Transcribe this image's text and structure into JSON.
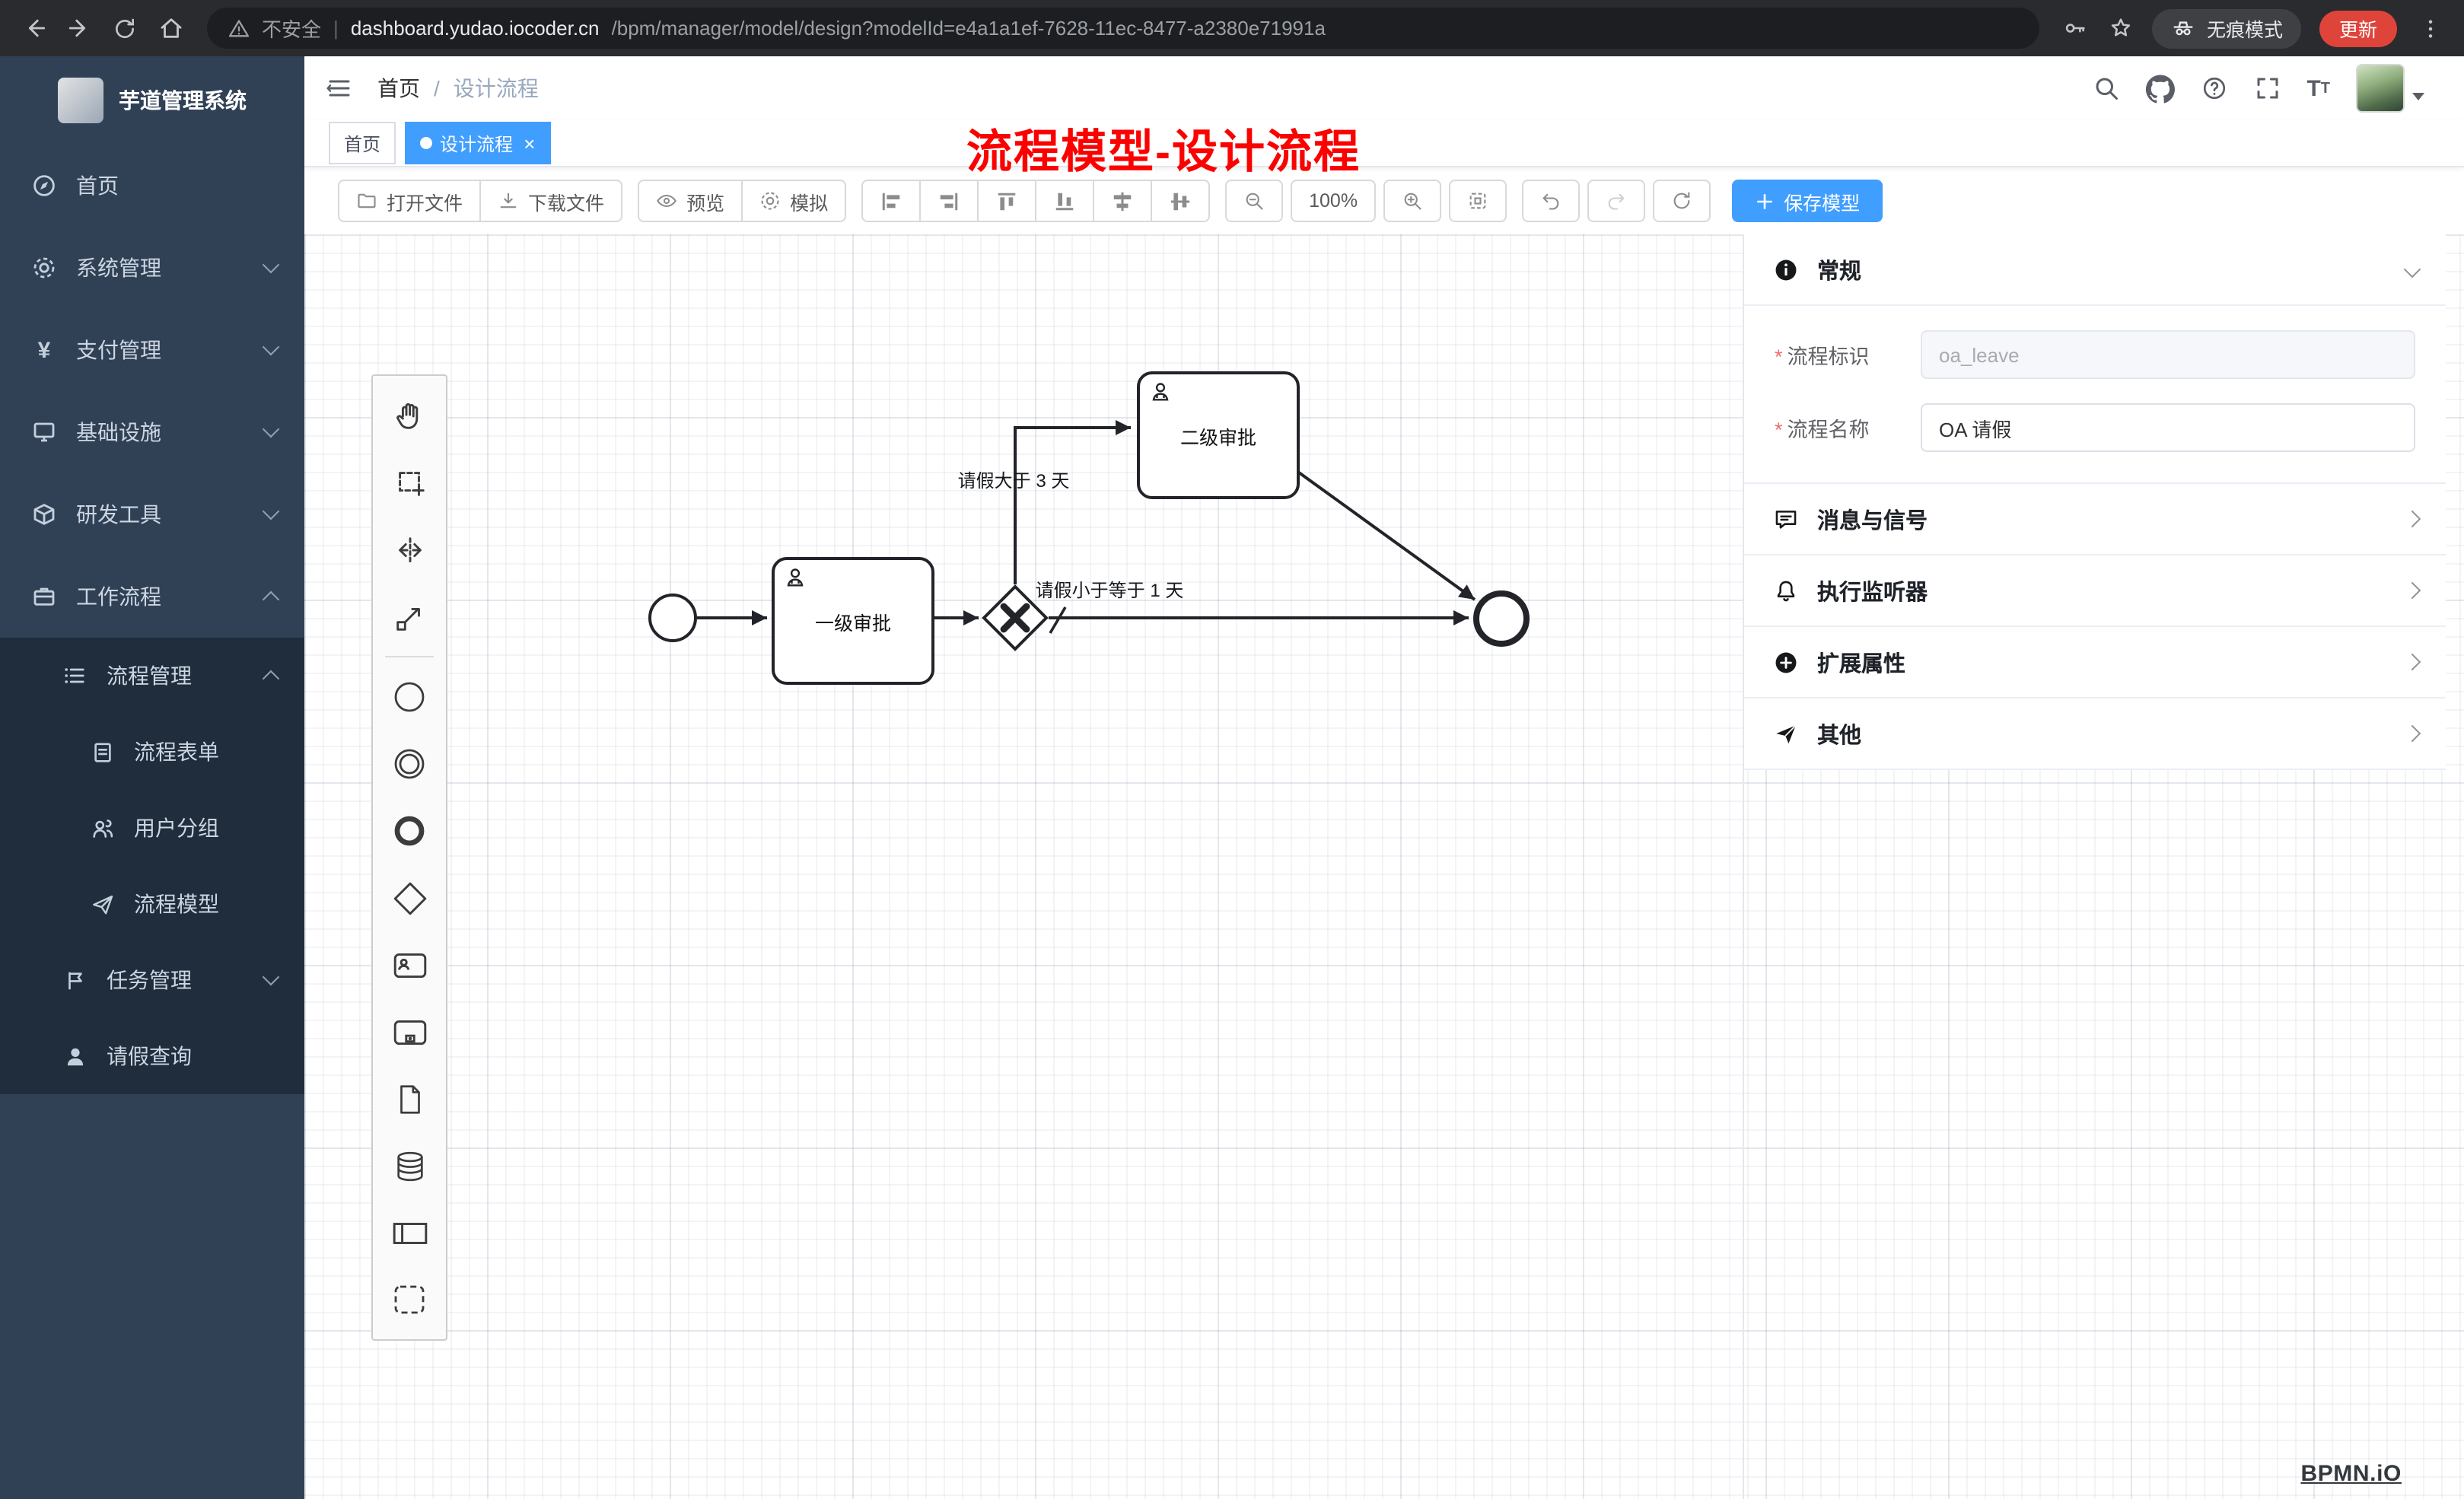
{
  "browser": {
    "not_secure": "不安全",
    "url_domain": "dashboard.yudao.iocoder.cn",
    "url_path": "/bpm/manager/model/design?modelId=e4a1a1ef-7628-11ec-8477-a2380e71991a",
    "incognito_label": "无痕模式",
    "update_label": "更新"
  },
  "sidebar": {
    "title": "芋道管理系统",
    "items": [
      {
        "label": "首页"
      },
      {
        "label": "系统管理"
      },
      {
        "label": "支付管理"
      },
      {
        "label": "基础设施"
      },
      {
        "label": "研发工具"
      },
      {
        "label": "工作流程"
      },
      {
        "label": "流程管理"
      },
      {
        "label": "流程表单"
      },
      {
        "label": "用户分组"
      },
      {
        "label": "流程模型"
      },
      {
        "label": "任务管理"
      },
      {
        "label": "请假查询"
      }
    ]
  },
  "header": {
    "breadcrumb": [
      "首页",
      "设计流程"
    ],
    "separator": "/",
    "annotation": "流程模型-设计流程"
  },
  "tags": [
    {
      "label": "首页"
    },
    {
      "label": "设计流程"
    }
  ],
  "toolbar": {
    "open": "打开文件",
    "download": "下载文件",
    "preview": "预览",
    "simulate": "模拟",
    "zoom": "100%",
    "save": "保存模型"
  },
  "diagram": {
    "task1": "一级审批",
    "task2": "二级审批",
    "cond_gt": "请假大于 3 天",
    "cond_lte": "请假小于等于 1 天"
  },
  "panel": {
    "general": "常规",
    "key_label": "流程标识",
    "key_value": "oa_leave",
    "name_label": "流程名称",
    "name_value": "OA 请假",
    "messages": "消息与信号",
    "listeners": "执行监听器",
    "extensions": "扩展属性",
    "other": "其他"
  },
  "watermark": "BPMN.iO"
}
